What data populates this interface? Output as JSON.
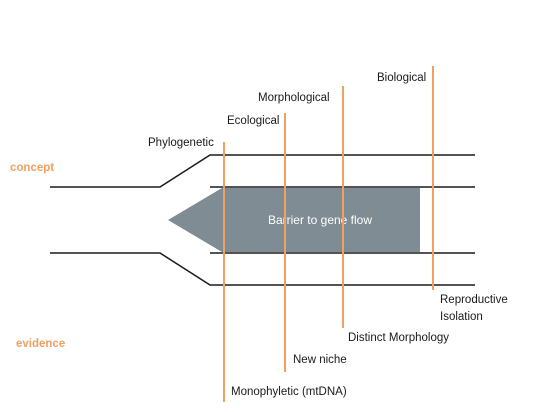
{
  "colors": {
    "accent": "#F0A060",
    "barrier_fill": "#7F8C93",
    "line": "#1a1a1a",
    "text": "#1a1a1a"
  },
  "side_labels": {
    "concept": "concept",
    "evidence": "evidence"
  },
  "barrier_label": "Barrier to gene flow",
  "concepts": [
    {
      "name": "Phylogenetic",
      "evidence": "Monophyletic (mtDNA)"
    },
    {
      "name": "Ecological",
      "evidence": "New niche"
    },
    {
      "name": "Morphological",
      "evidence": "Distinct Morphology"
    },
    {
      "name": "Biological",
      "evidence": [
        "Reproductive",
        "Isolation"
      ]
    }
  ]
}
